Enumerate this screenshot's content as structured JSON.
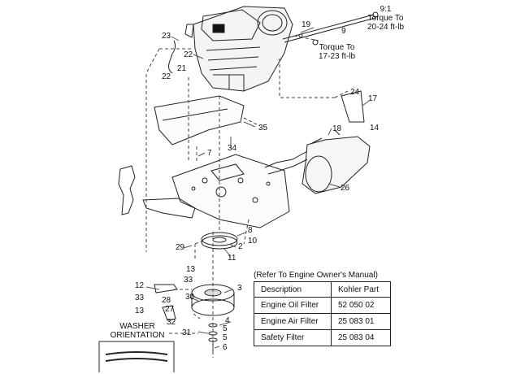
{
  "callouts": [
    "23",
    "22",
    "21",
    "22",
    "19",
    "9",
    "35",
    "34",
    "7",
    "24",
    "17",
    "14",
    "18",
    "26",
    "8",
    "10",
    "2",
    "11",
    "29",
    "13",
    "33",
    "12",
    "3",
    "33",
    "28",
    "13",
    "27",
    "30",
    "32",
    "4",
    "5",
    "5",
    "31",
    "6"
  ],
  "torque_notes": [
    {
      "lines": [
        "9:1",
        "Torque To",
        "20-24 ft-lb"
      ]
    },
    {
      "lines": [
        "Torque To",
        "17-23 ft-lb"
      ]
    }
  ],
  "washer_orientation": [
    "WASHER",
    "ORIENTATION"
  ],
  "parts_table": {
    "caption": "(Refer To Engine Owner's Manual)",
    "headers": [
      "Description",
      "Kohler Part"
    ],
    "rows": [
      [
        "Engine Oil Filter",
        "52 050 02"
      ],
      [
        "Engine Air Filter",
        "25 083 01"
      ],
      [
        "Safety Filter",
        "25 083 04"
      ]
    ]
  }
}
